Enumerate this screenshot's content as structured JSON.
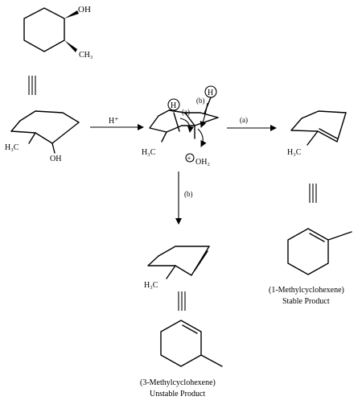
{
  "reactant_top": {
    "oh": "OH",
    "ch3": "CH3"
  },
  "reactant_chair": {
    "h3c": "H3C",
    "oh": "OH"
  },
  "reagent": {
    "acid": "H+"
  },
  "intermediate": {
    "h_a": "H",
    "h_b": "H",
    "label_a": "(a)",
    "label_b": "(b)",
    "h3c": "H3C",
    "oplus": "+",
    "oh2": "OH2"
  },
  "path_a": {
    "label": "(a)"
  },
  "path_b": {
    "label": "(b)"
  },
  "product_1": {
    "h3c": "H3C",
    "name": "(1-Methylcyclohexene)",
    "stability": "Stable Product"
  },
  "product_3": {
    "h3c": "H3C",
    "name": "(3-Methylcyclohexene)",
    "stability": "Unstable Product"
  }
}
